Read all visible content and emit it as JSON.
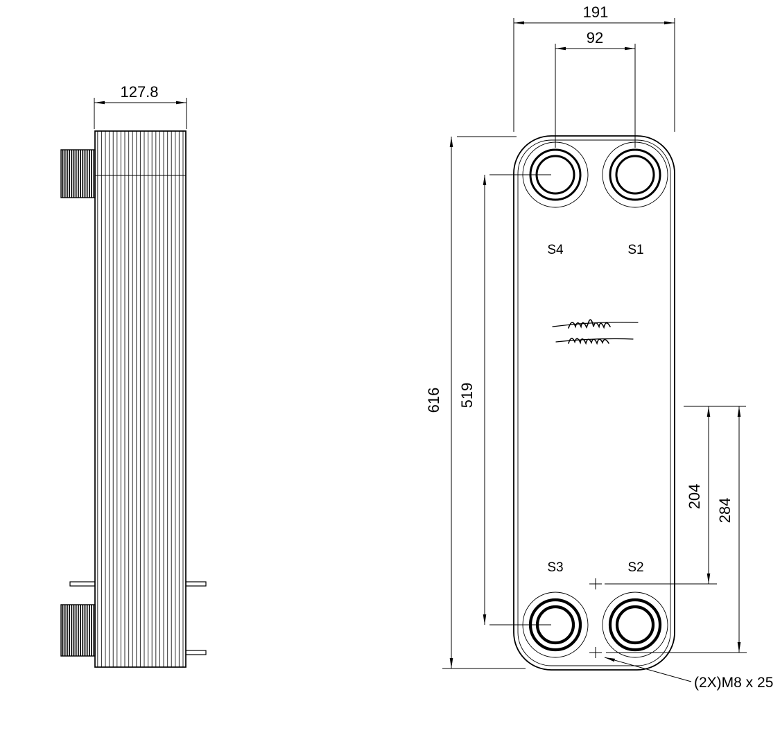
{
  "drawing": {
    "side_view": {
      "dim_depth": "127.8"
    },
    "front_view": {
      "dim_width": "191",
      "dim_port_spacing_h": "92",
      "dim_height": "616",
      "dim_port_spacing_v": "519",
      "dim_stud_upper": "204",
      "dim_stud_lower": "284",
      "note_studs": "(2X)M8 x 25",
      "ports": {
        "s1": "S1",
        "s2": "S2",
        "s3": "S3",
        "s4": "S4"
      },
      "logo_name": "alfa-laval-logo"
    },
    "colors": {
      "line": "#000000",
      "background": "#ffffff"
    }
  }
}
